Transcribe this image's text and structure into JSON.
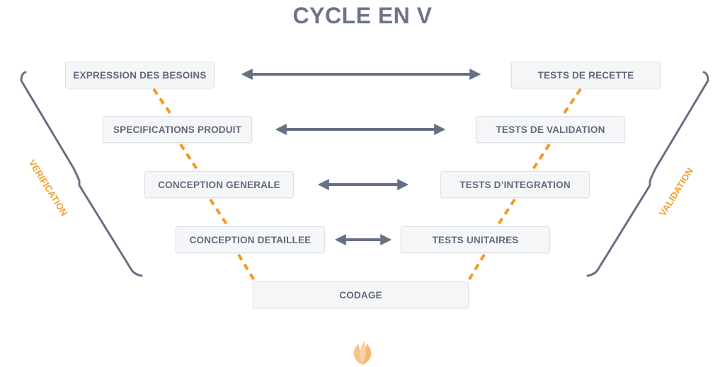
{
  "title": "CYCLE EN V",
  "left_steps": [
    "EXPRESSION DES BESOINS",
    "SPECIFICATIONS PRODUIT",
    "CONCEPTION GENERALE",
    "CONCEPTION DETAILLEE"
  ],
  "right_steps": [
    "TESTS DE RECETTE",
    "TESTS DE VALIDATION",
    "TESTS D’INTEGRATION",
    "TESTS UNITAIRES"
  ],
  "bottom_step": "CODAGE",
  "left_bracket_label": "VERIFICATION",
  "right_bracket_label": "VALIDATION",
  "icons": {
    "arrow": "double-headed-arrow-icon",
    "logo": "seed-logo-icon"
  },
  "colors": {
    "box_text": "#606a7c",
    "title": "#6b7587",
    "arrow": "#667085",
    "dash": "#f39a1e",
    "label": "#f3a02a",
    "bracket": "#667085",
    "logo": "#f7c48d"
  }
}
